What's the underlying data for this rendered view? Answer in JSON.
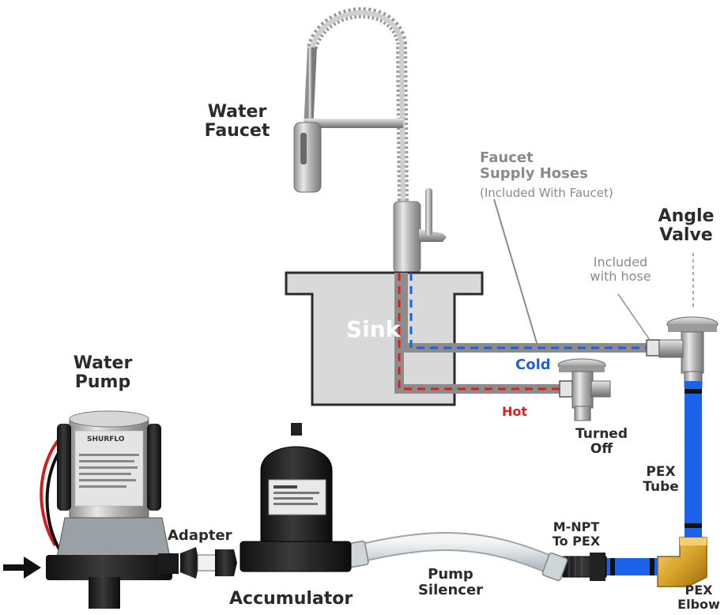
{
  "labels": {
    "water_faucet": [
      "Water",
      "Faucet"
    ],
    "supply_hoses_title": [
      "Faucet",
      "Supply Hoses"
    ],
    "supply_hoses_note": "(Included With Faucet)",
    "angle_valve": [
      "Angle",
      "Valve"
    ],
    "included_with_hose": [
      "Included",
      "with hose"
    ],
    "sink": "Sink",
    "cold": "Cold",
    "hot": "Hot",
    "turned_off": [
      "Turned",
      "Off"
    ],
    "water_pump": [
      "Water",
      "Pump"
    ],
    "pex_tube": [
      "PEX",
      "Tube"
    ],
    "adapter": "Adapter",
    "accumulator": "Accumulator",
    "pump_silencer": [
      "Pump",
      "Silencer"
    ],
    "mnpt_to_pex": [
      "M-NPT",
      "To PEX"
    ],
    "pex_elbow": [
      "PEX",
      "Elbow"
    ],
    "pump_brand": "SHURFLO"
  },
  "colors": {
    "cold_line": "#1f5fe0",
    "hot_line": "#e01e1e",
    "hose_gray": "#8c8c8c",
    "pex_blue": "#1b63e8",
    "brass": "#d9a52a",
    "sink_fill": "#d9d9d9",
    "label_text": "#2b2b2b"
  }
}
